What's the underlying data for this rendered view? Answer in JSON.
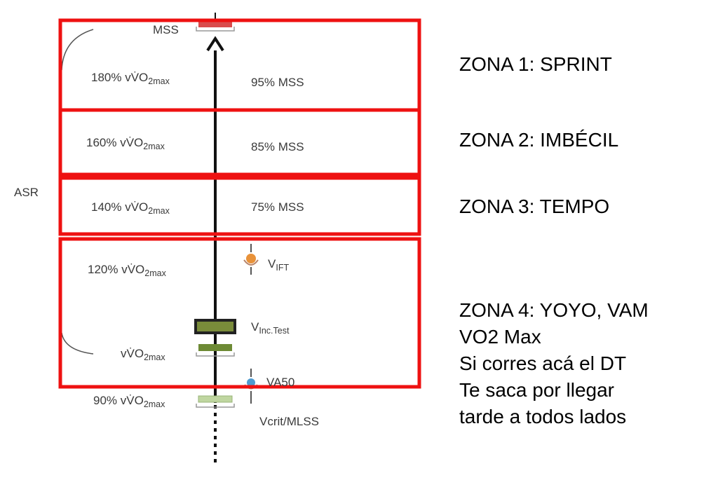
{
  "colors": {
    "zone_border": "#ee1111",
    "axis": "#111111",
    "bar_mss": "#d94c4c",
    "bar_inc_test": "#3b4a1e",
    "bar_inc_test_fill": "#7a8c3a",
    "bar_vvo2": "#6d8a35",
    "bar_90": "#bfd6a0",
    "marker_vift": "#e8923a",
    "marker_va50": "#4f9bd0"
  },
  "left": {
    "asr_label": "ASR",
    "mss_label": "MSS",
    "pct180": {
      "prefix": "180% vV̇O",
      "sub": "2max"
    },
    "pct160": {
      "prefix": "160% vV̇O",
      "sub": "2max"
    },
    "pct140": {
      "prefix": "140% vV̇O",
      "sub": "2max"
    },
    "pct120": {
      "prefix": "120% vV̇O",
      "sub": "2max"
    },
    "vvo2": {
      "prefix": "vV̇O",
      "sub": "2max"
    },
    "pct90": {
      "prefix": "90% vV̇O",
      "sub": "2max"
    }
  },
  "right_of_axis": {
    "mss95": "95% MSS",
    "mss85": "85% MSS",
    "mss75": "75% MSS",
    "vift": {
      "main": "V",
      "sub": "IFT"
    },
    "vinc": {
      "main": "V",
      "sub": "Inc.Test"
    },
    "va50": "VA50",
    "vcrit": "Vcrit/MLSS"
  },
  "zones": {
    "zone1": "ZONA 1: SPRINT",
    "zone2": "ZONA 2: IMBÉCIL",
    "zone3": "ZONA 3: TEMPO",
    "zone4_lines": [
      "ZONA 4: YOYO, VAM",
      "VO2 Max",
      "Si corres acá el DT",
      "Te saca por llegar",
      "tarde a todos lados"
    ]
  }
}
